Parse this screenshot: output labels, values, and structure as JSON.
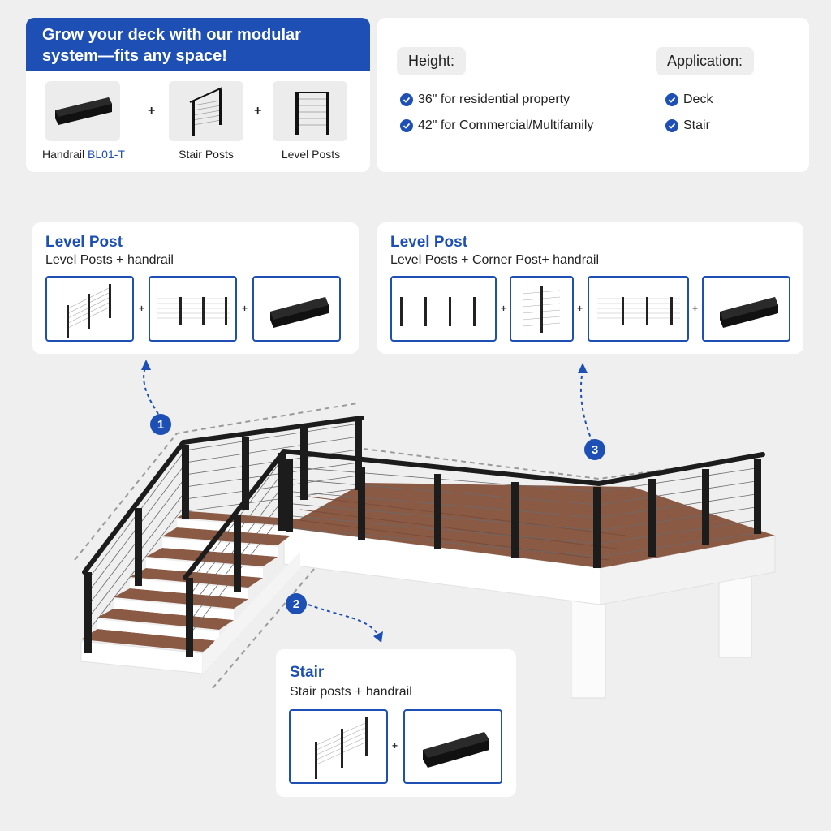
{
  "banner": {
    "text": "Grow your deck with our modular system—fits any space!"
  },
  "components": [
    {
      "label": "Handrail ",
      "code": "BL01-T"
    },
    {
      "label": "Stair Posts"
    },
    {
      "label": "Level Posts"
    }
  ],
  "plus": "+",
  "specs": {
    "height_title": "Height:",
    "height_items": [
      "36\" for residential property",
      "42\" for Commercial/Multifamily"
    ],
    "application_title": "Application:",
    "application_items": [
      "Deck",
      "Stair"
    ]
  },
  "cards": {
    "one": {
      "title": "Level Post",
      "subtitle": "Level Posts + handrail"
    },
    "three": {
      "title": "Level Post",
      "subtitle": "Level Posts + Corner Post+ handrail"
    },
    "two": {
      "title": "Stair",
      "subtitle": "Stair posts + handrail"
    }
  },
  "badges": [
    "1",
    "2",
    "3"
  ],
  "colors": {
    "accent": "#1d4fb5",
    "wood": "#8a5a45",
    "rail": "#1c1c1c",
    "background": "#efefef"
  },
  "icons": [
    "check-icon",
    "handrail-icon",
    "stair-post-icon",
    "level-post-icon",
    "corner-post-icon",
    "dashed-arrow-icon"
  ]
}
